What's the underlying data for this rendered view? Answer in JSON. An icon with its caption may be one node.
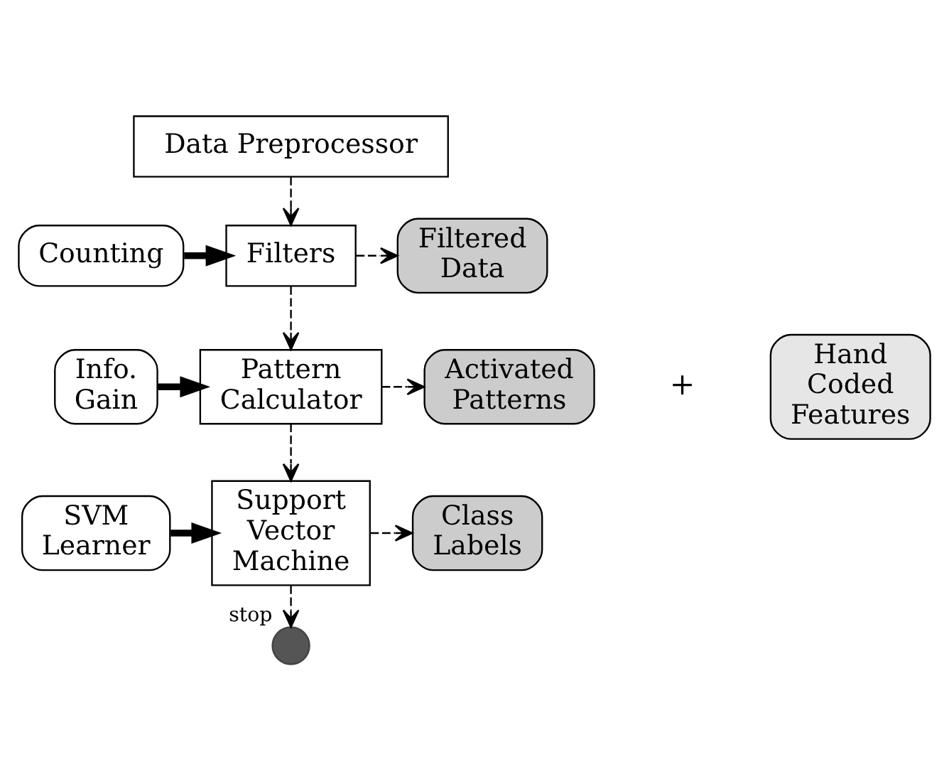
{
  "diagram": {
    "nodes": [
      {
        "text": [
          "Data Preprocessor"
        ]
      },
      {
        "text": [
          "Counting"
        ]
      },
      {
        "text": [
          "Filters"
        ]
      },
      {
        "text": [
          "Filtered Data"
        ]
      },
      {
        "text": [
          "Info. Gain"
        ]
      },
      {
        "text": [
          "Pattern Calculator"
        ]
      },
      {
        "text": [
          "Activated Patterns"
        ]
      },
      {
        "text": [
          "Hand Coded Features"
        ]
      },
      {
        "text": [
          "SVM Learner"
        ]
      },
      {
        "text": [
          "Support Vector Machine"
        ]
      },
      {
        "text": [
          "Class Labels"
        ]
      },
      {
        "text": [],
        "shape": "circle",
        "beside": [
          "stop"
        ]
      }
    ],
    "edges": [
      {
        "from": 0,
        "to": 2,
        "arrow": "to",
        "style": "dashed"
      },
      {
        "from": 1,
        "to": 2,
        "arrow": "to",
        "style": "thick"
      },
      {
        "from": 2,
        "to": 3,
        "arrow": "to",
        "style": "dashed"
      },
      {
        "from": 2,
        "to": 5,
        "arrow": "to",
        "style": "dashed"
      },
      {
        "from": 4,
        "to": 5,
        "arrow": "to",
        "style": "thick"
      },
      {
        "from": 5,
        "to": 6,
        "arrow": "to",
        "style": "dashed"
      },
      {
        "from": 5,
        "to": 9,
        "arrow": "to",
        "style": "dashed"
      },
      {
        "from": 8,
        "to": 9,
        "arrow": "to",
        "style": "thick"
      },
      {
        "from": 9,
        "to": 10,
        "arrow": "to",
        "style": "dashed"
      },
      {
        "from": 9,
        "to": 11,
        "arrow": "to",
        "style": "dashed"
      }
    ],
    "labels": [
      "+"
    ]
  }
}
